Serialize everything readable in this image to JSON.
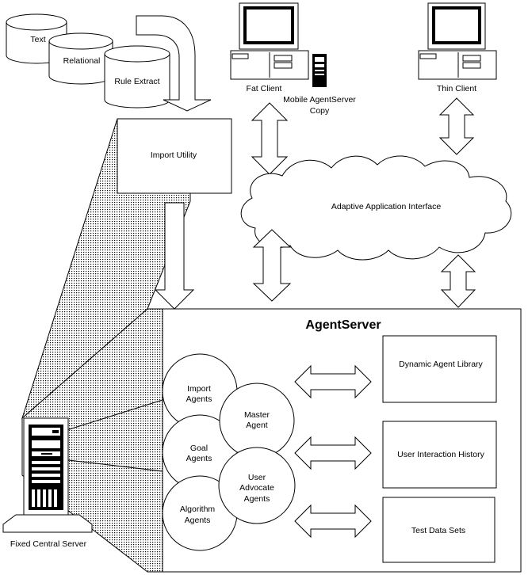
{
  "databases": {
    "text": "Text",
    "relational": "Relational",
    "rule_extract": "Rule Extract"
  },
  "import_utility": "Import Utility",
  "clients": {
    "fat_client": "Fat Client",
    "mobile_agentserver_line1": "Mobile AgentServer",
    "mobile_agentserver_line2": "Copy",
    "thin_client": "Thin Client"
  },
  "interface": "Adaptive Application Interface",
  "agent_server": {
    "title": "AgentServer",
    "agents": {
      "import_line1": "Import",
      "import_line2": "Agents",
      "master_line1": "Master",
      "master_line2": "Agent",
      "goal_line1": "Goal",
      "goal_line2": "Agents",
      "user_advocate_line1": "User",
      "user_advocate_line2": "Advocate",
      "user_advocate_line3": "Agents",
      "algorithm_line1": "Algorithm",
      "algorithm_line2": "Agents"
    },
    "stores": {
      "dynamic_agent_library": "Dynamic Agent Library",
      "user_interaction_history": "User Interaction History",
      "test_data_sets": "Test Data Sets"
    }
  },
  "central_server": "Fixed Central Server"
}
